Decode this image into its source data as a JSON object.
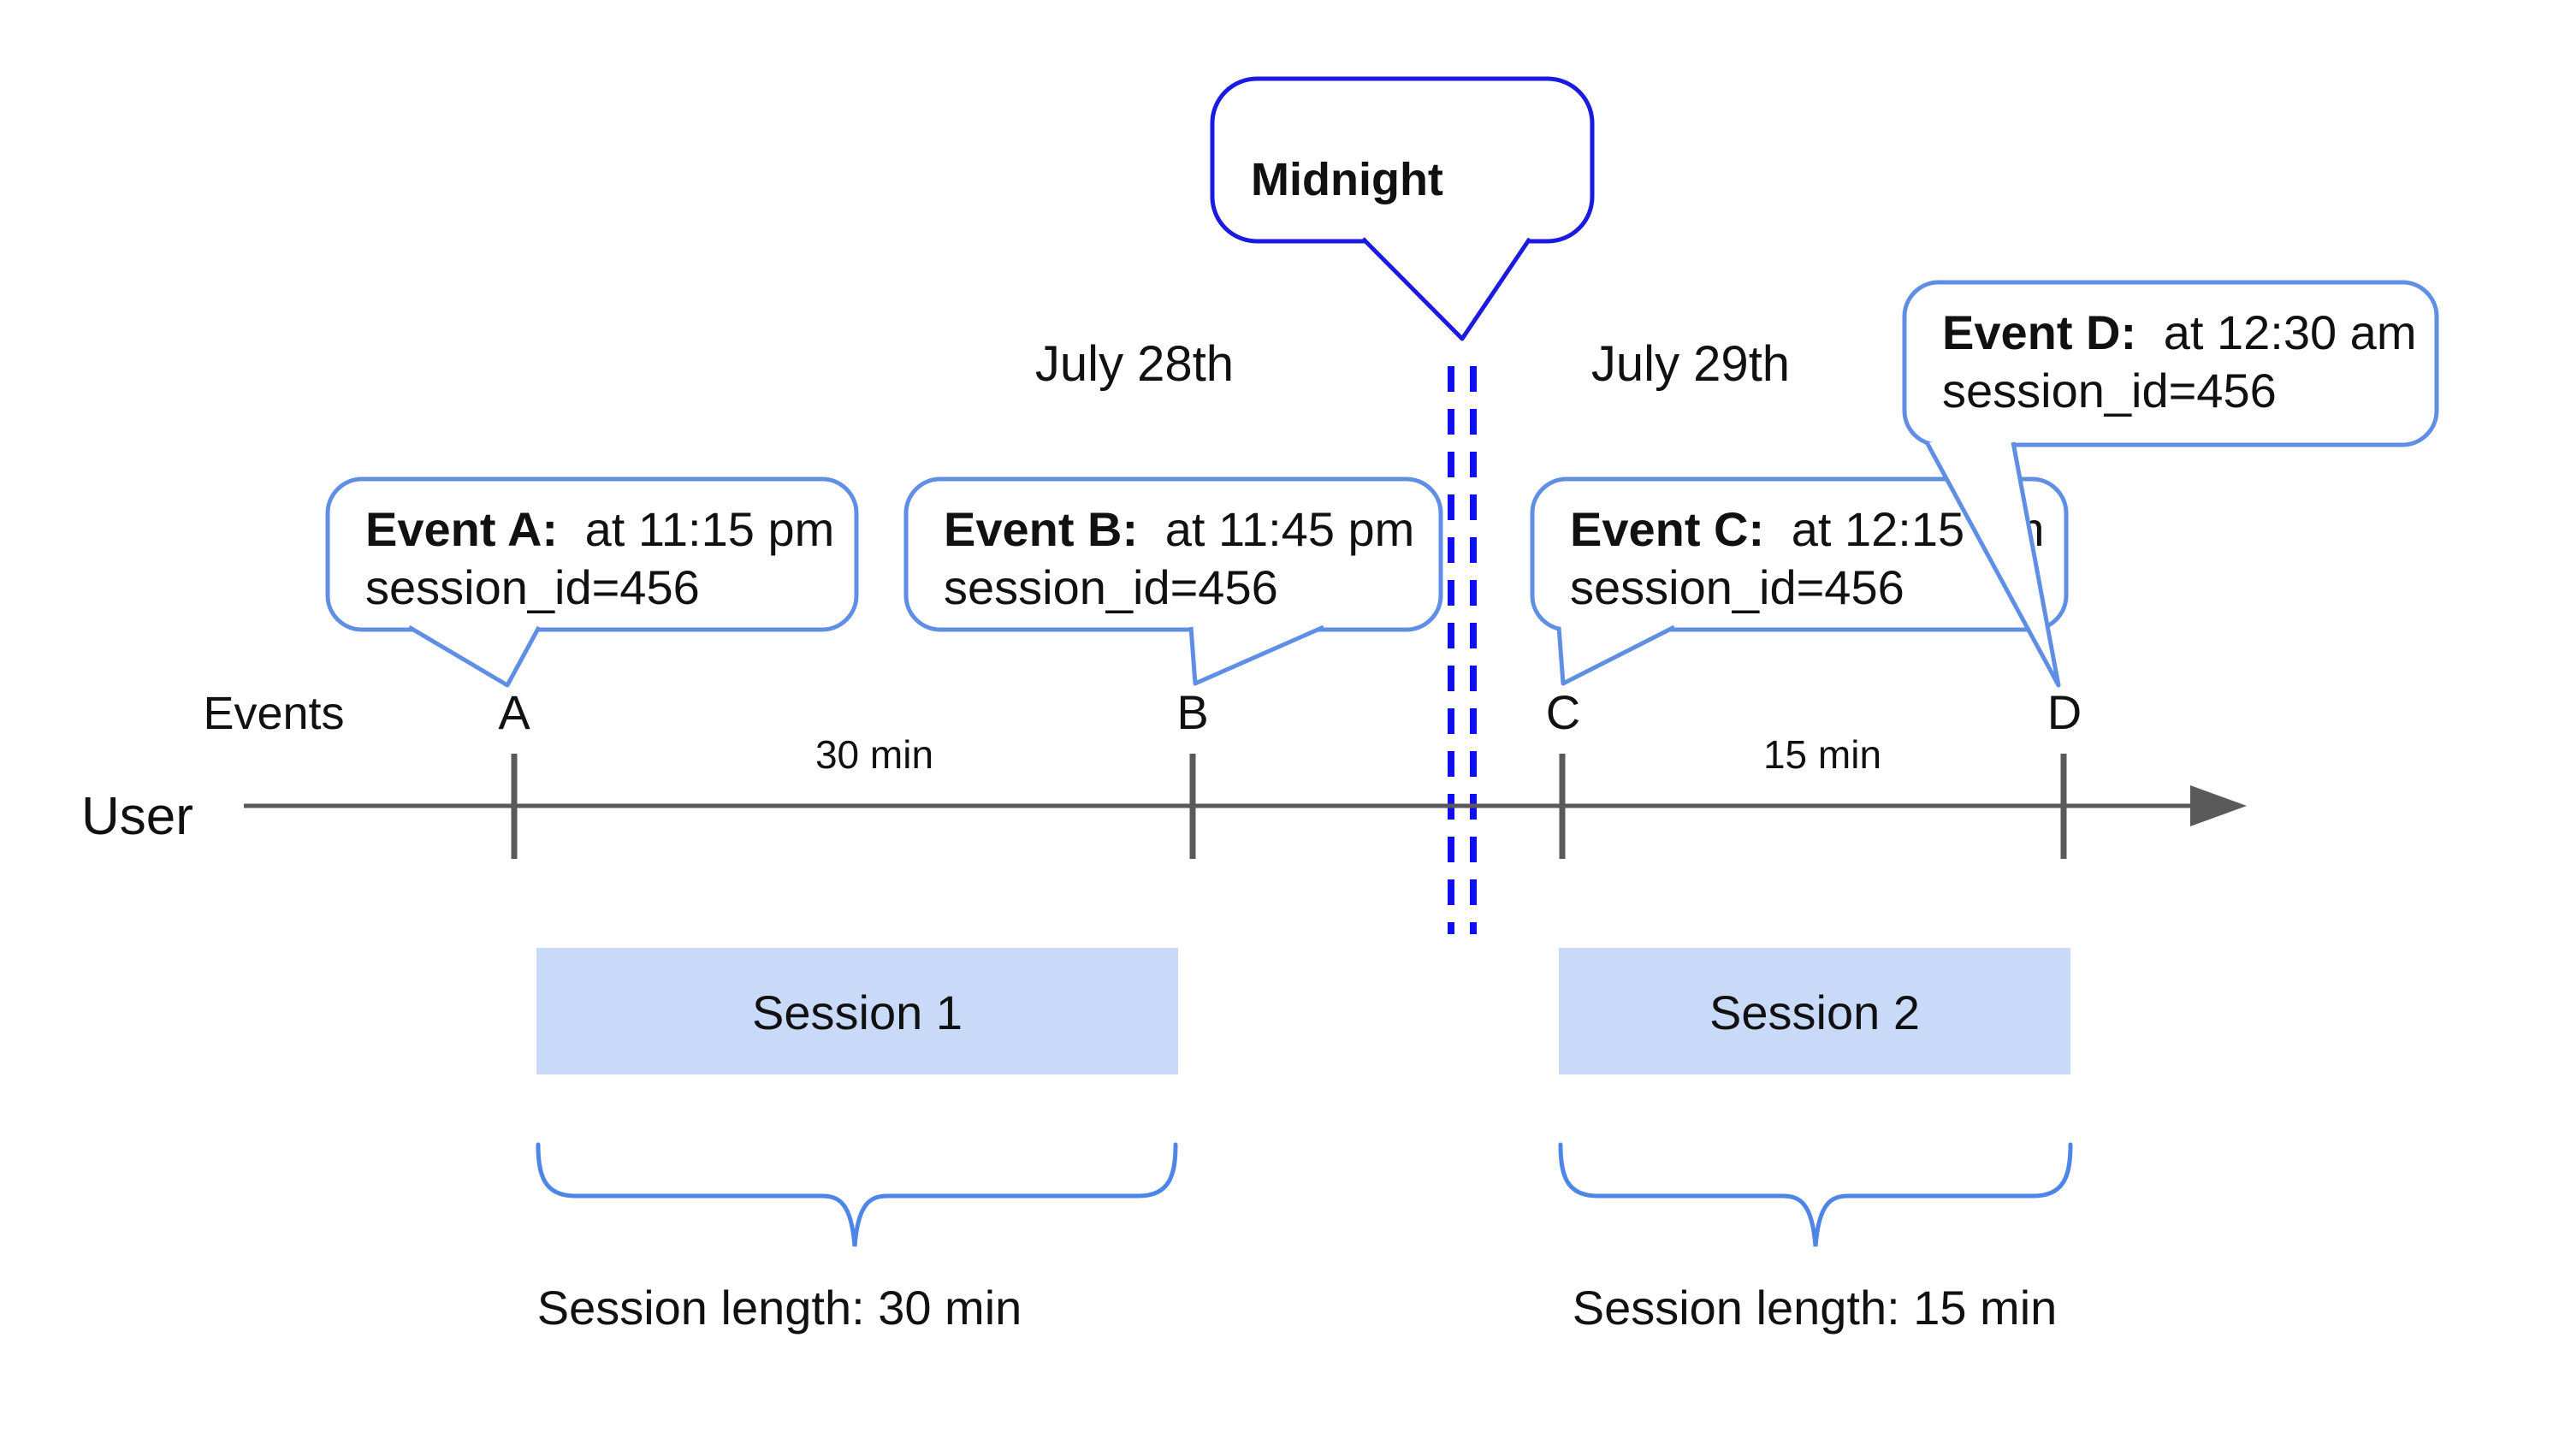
{
  "diagram": {
    "midnight": {
      "label": "Midnight"
    },
    "dates": {
      "left": "July 28th",
      "right": "July 29th"
    },
    "axis": {
      "events_label": "Events",
      "user_label": "User"
    },
    "event_letters": [
      "A",
      "B",
      "C",
      "D"
    ],
    "callouts": [
      {
        "title": "Event A:",
        "time": "at 11:15 pm",
        "session": "session_id=456"
      },
      {
        "title": "Event B:",
        "time": "at 11:45 pm",
        "session": "session_id=456"
      },
      {
        "title": "Event C:",
        "time": "at 12:15 am",
        "session": "session_id=456"
      },
      {
        "title": "Event D:",
        "time": "at 12:30 am",
        "session": "session_id=456"
      }
    ],
    "intervals": {
      "first": "30 min",
      "second": "15 min"
    },
    "sessions": [
      {
        "label": "Session 1",
        "length_label": "Session length: 30 min"
      },
      {
        "label": "Session 2",
        "length_label": "Session length: 15 min"
      }
    ],
    "colors": {
      "callout_border": "#5f8fe4",
      "midnight_border": "#1a1ae0",
      "dashed_line": "#0f0ff0",
      "timeline": "#5a5a5a",
      "session_fill": "#c9daf8",
      "brace": "#4e86e8",
      "background": "#ffffff",
      "text": "#111111"
    }
  }
}
